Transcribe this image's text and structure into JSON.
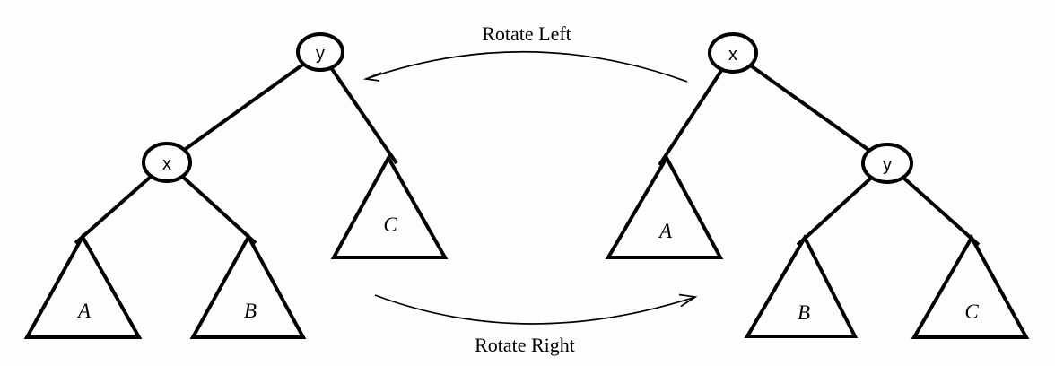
{
  "colors": {
    "line": "#000000",
    "text": "#000000",
    "background": "#fefefe"
  },
  "left_tree": {
    "root_label": "y",
    "child_label": "x",
    "subtree_a_label": "A",
    "subtree_b_label": "B",
    "subtree_c_label": "C"
  },
  "right_tree": {
    "root_label": "x",
    "child_label": "y",
    "subtree_a_label": "A",
    "subtree_b_label": "B",
    "subtree_c_label": "C"
  },
  "arrows": {
    "rotate_left_label": "Rotate Left",
    "rotate_right_label": "Rotate Right"
  }
}
